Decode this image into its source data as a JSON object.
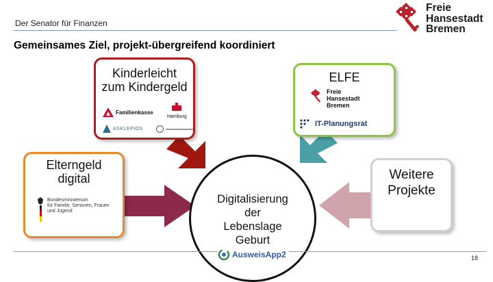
{
  "header": {
    "department": "Der Senator für Finanzen",
    "logo_lines": [
      "Freie",
      "Hansestadt",
      "Bremen"
    ]
  },
  "slide": {
    "title": "Gemeinsames Ziel, projekt-übergreifend koordiniert",
    "page_number": "18"
  },
  "boxes": {
    "kinderleicht": {
      "title_line1": "Kinderleicht",
      "title_line2": "zum Kindergeld",
      "logos": [
        "Familienkasse",
        "Hamburg",
        "ASKLEPIOS"
      ]
    },
    "elfe": {
      "title": "ELFE",
      "logo_lines": [
        "Freie",
        "Hansestadt",
        "Bremen"
      ],
      "partner": "IT-Planungsrat"
    },
    "elterngeld": {
      "title_line1": "Elterngeld",
      "title_line2": "digital",
      "ministry_lines": [
        "Bundesministerium",
        "für Familie, Senioren, Frauen",
        "und Jugend"
      ]
    },
    "weitere": {
      "title_line1": "Weitere",
      "title_line2": "Projekte"
    }
  },
  "center": {
    "lines": [
      "Digitalisierung",
      "der",
      "Lebenslage",
      "Geburt"
    ],
    "app_logo": "AusweisApp2"
  },
  "colors": {
    "kinderleicht_border": "#b01b1b",
    "elfe_border": "#8cc63f",
    "elterngeld_border": "#e58a2a",
    "weitere_border": "#d0d0d0",
    "arrow_red": "#a0170f",
    "arrow_teal": "#4aa0a6",
    "arrow_plum": "#8b2a4a",
    "arrow_pink": "#cfa4aa",
    "rule": "#7a97b4"
  }
}
